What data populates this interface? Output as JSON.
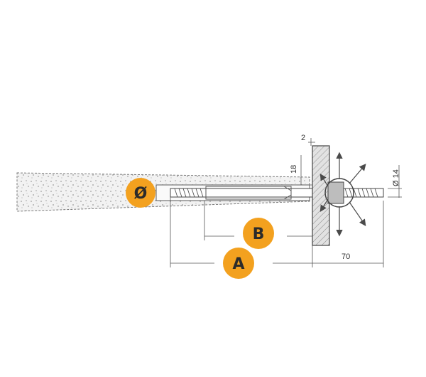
{
  "labels": {
    "diameter": "Ø",
    "b": "B",
    "a": "A"
  },
  "dimensions": {
    "plate_thickness": "2",
    "plate_height": "18",
    "rod_diameter": "Ø 14",
    "protrusion": "70"
  },
  "colors": {
    "badge": "#f3a11f",
    "line": "#4a4a4a",
    "concrete_fill": "#f4f4f4",
    "plate_fill": "#d9d9d9"
  }
}
